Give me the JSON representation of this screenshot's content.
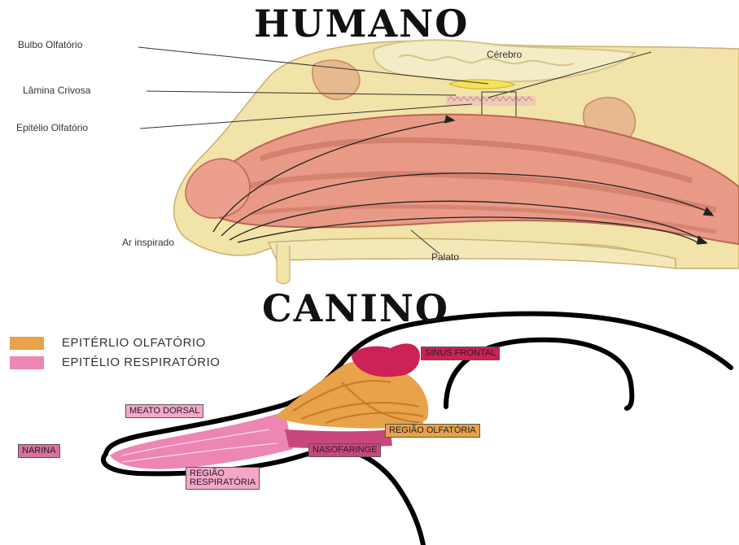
{
  "titles": {
    "human": "HUMANO",
    "canine": "CANINO"
  },
  "human_labels": {
    "bulbo": "Bulbo Olfatório",
    "lamina": "Lâmina Crivosa",
    "epitelio": "Epitélio Olfatório",
    "cerebro": "Cérebro",
    "ar": "Ar inspirado",
    "palato": "Palato"
  },
  "legend": [
    {
      "label": "EPITÉRLIO OLFATÓRIO",
      "color": "#e8a24a"
    },
    {
      "label": "EPITÉLIO RESPIRATÓRIO",
      "color": "#ee86b4"
    }
  ],
  "canine_labels": {
    "sinus": "SINUS FRONTAL",
    "meato": "MEATO DORSAL",
    "regiao_olfatoria": "REGIÃO OLFATÓRIA",
    "nasofaringe": "NASOFARINGE",
    "narina": "NARINA",
    "regiao_respiratoria_1": "REGIÃO",
    "regiao_respiratoria_2": "RESPIRATÓRIA"
  },
  "colors": {
    "sinus": "#cc2255",
    "olfactory": "#e8a24a",
    "respiratory": "#ee86b4",
    "nasopharynx": "#c8487c"
  }
}
